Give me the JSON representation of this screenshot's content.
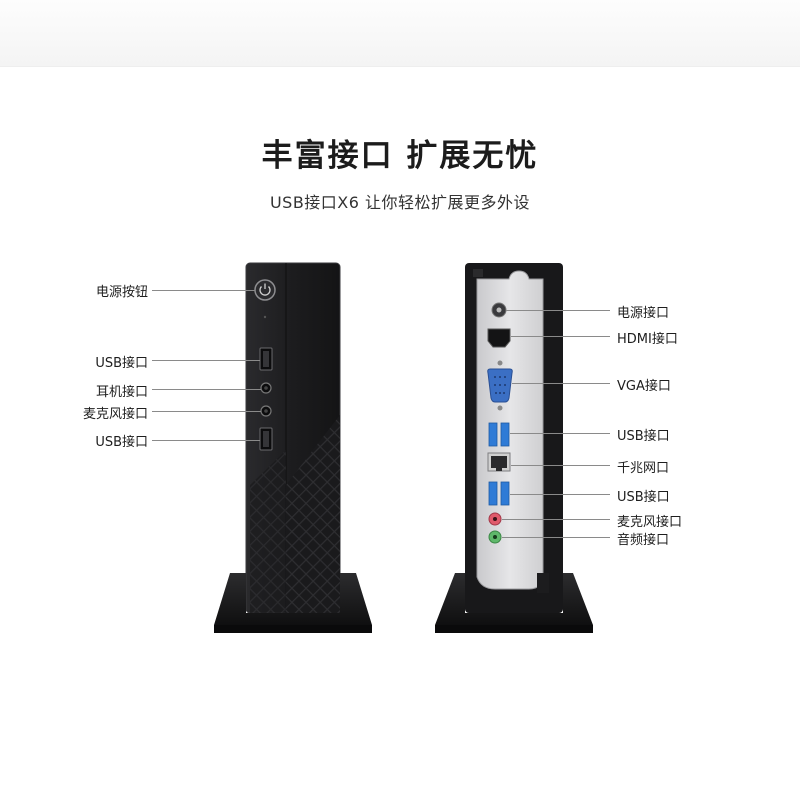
{
  "headline": "丰富接口 扩展无忧",
  "subline": "USB接口X6 让你轻松扩展更多外设",
  "front_labels": {
    "power_button": "电源按钮",
    "usb_top": "USB接口",
    "headphone": "耳机接口",
    "microphone": "麦克风接口",
    "usb_bottom": "USB接口"
  },
  "rear_labels": {
    "power_port": "电源接口",
    "hdmi": "HDMI接口",
    "vga": "VGA接口",
    "usb_top": "USB接口",
    "lan": "千兆网口",
    "usb_bottom": "USB接口",
    "microphone": "麦克风接口",
    "audio": "音频接口"
  },
  "colors": {
    "case": "#1b1b1d",
    "rear_panel": "#d8d8da",
    "usb3_blue": "#2f7bd6",
    "vga_blue": "#3b6fc4",
    "mic_pink": "#e05a6b",
    "audio_green": "#5fb86a"
  }
}
